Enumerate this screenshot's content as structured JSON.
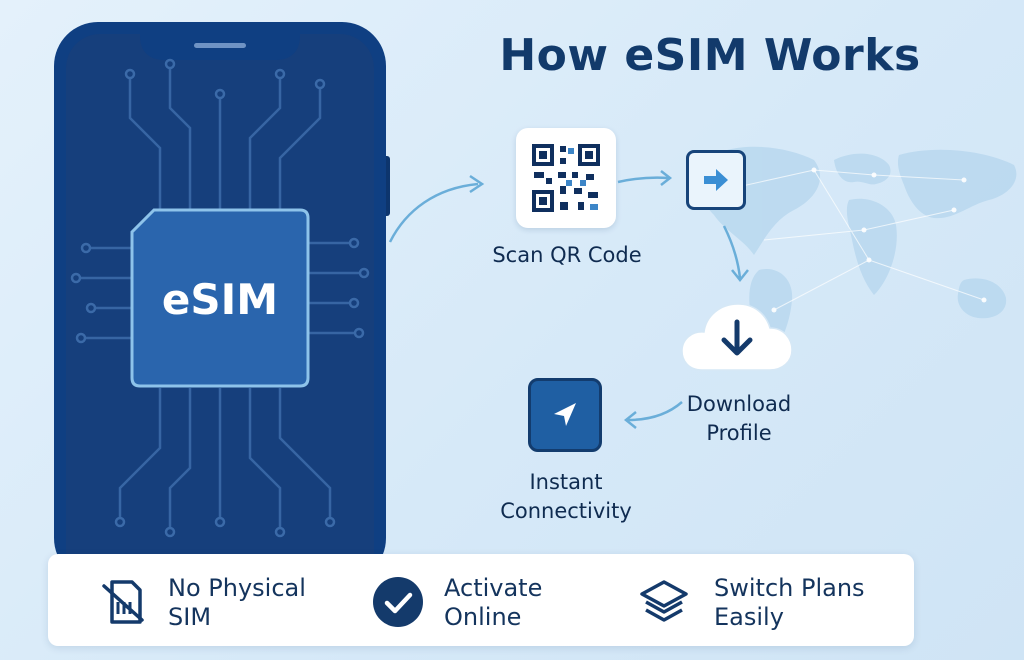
{
  "diagram": {
    "title": "How eSIM Works",
    "chip_label": "eSIM",
    "steps": [
      {
        "label": "Scan QR Code",
        "icon": "qr-code-icon"
      },
      {
        "label": "",
        "icon": "arrow-right-icon"
      },
      {
        "label_line1": "Download",
        "label_line2": "Profile",
        "icon": "cloud-download-icon"
      },
      {
        "label_line1": "Instant",
        "label_line2": "Connectivity",
        "icon": "navigation-arrow-icon"
      }
    ],
    "features": [
      {
        "line1": "No Physical",
        "line2": "SIM",
        "icon": "no-sim-icon"
      },
      {
        "line1": "Activate",
        "line2": "Online",
        "icon": "checkmark-circle-icon"
      },
      {
        "line1": "Switch Plans",
        "line2": "Easily",
        "icon": "layers-icon"
      }
    ]
  },
  "colors": {
    "background": "#dcedf9",
    "phone_body": "#0f3f82",
    "phone_screen": "#163f7c",
    "chip": "#2a65ad",
    "accent_navy": "#123a6b",
    "connector": "#6aaed9"
  }
}
